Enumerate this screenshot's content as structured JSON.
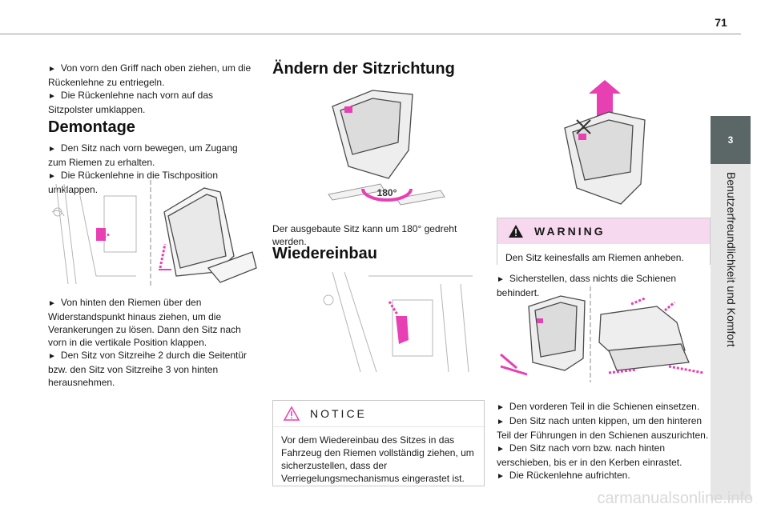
{
  "header": {
    "page_number": "71",
    "chapter_number": "3",
    "chapter_title": "Benutzerfreundlichkeit und Komfort"
  },
  "col1": {
    "intro_steps": [
      "Von vorn den Griff nach oben ziehen, um die Rückenlehne zu entriegeln.",
      "Die Rückenlehne nach vorn auf das Sitzpolster umklappen."
    ],
    "demontage": {
      "heading": "Demontage",
      "steps": [
        "Den Sitz nach vorn bewegen, um Zugang zum Riemen zu erhalten.",
        "Die Rückenlehne in die Tischposition umklappen."
      ],
      "steps_after": [
        "Von hinten den Riemen über den Widerstandspunkt hinaus ziehen, um die Verankerungen zu lösen. Dann den Sitz nach vorn in die vertikale Position klappen.",
        "Den Sitz von Sitzreihe 2 durch die Seitentür bzw. den Sitz von Sitzreihe 3 von hinten herausnehmen."
      ]
    }
  },
  "col2": {
    "aendern": {
      "heading": "Ändern der Sitzrichtung",
      "rotation_label": "180°",
      "caption": "Der ausgebaute Sitz kann um 180° gedreht werden."
    },
    "wiedereinbau": {
      "heading": "Wiedereinbau"
    },
    "notice": {
      "label": "NOTICE",
      "text": "Vor dem Wiedereinbau des Sitzes in das Fahrzeug den Riemen vollständig ziehen, um sicherzustellen, dass der Verriegelungsmechanismus eingerastet ist."
    }
  },
  "col3": {
    "warning": {
      "label": "WARNING",
      "text": "Den Sitz keinesfalls am Riemen anheben."
    },
    "check_step": "Sicherstellen, dass nichts die Schienen behindert.",
    "steps": [
      "Den vorderen Teil in die Schienen einsetzen.",
      "Den Sitz nach unten kippen, um den hinteren Teil der Führungen in den Schienen auszurichten.",
      "Den Sitz nach vorn bzw. nach hinten verschieben, bis er in den Kerben einrastet.",
      "Die Rückenlehne aufrichten."
    ]
  },
  "footer": {
    "watermark": "carmanualsonline.info"
  },
  "colors": {
    "accent_magenta": "#e83fb3",
    "tab_dark": "#5b6767",
    "tab_light": "#e6e6e6",
    "warning_bg": "#f7d9ef"
  },
  "icons": {
    "bullet": "triangle-right-icon",
    "notice": "warning-triangle-outline-icon",
    "warning": "warning-triangle-filled-icon"
  }
}
